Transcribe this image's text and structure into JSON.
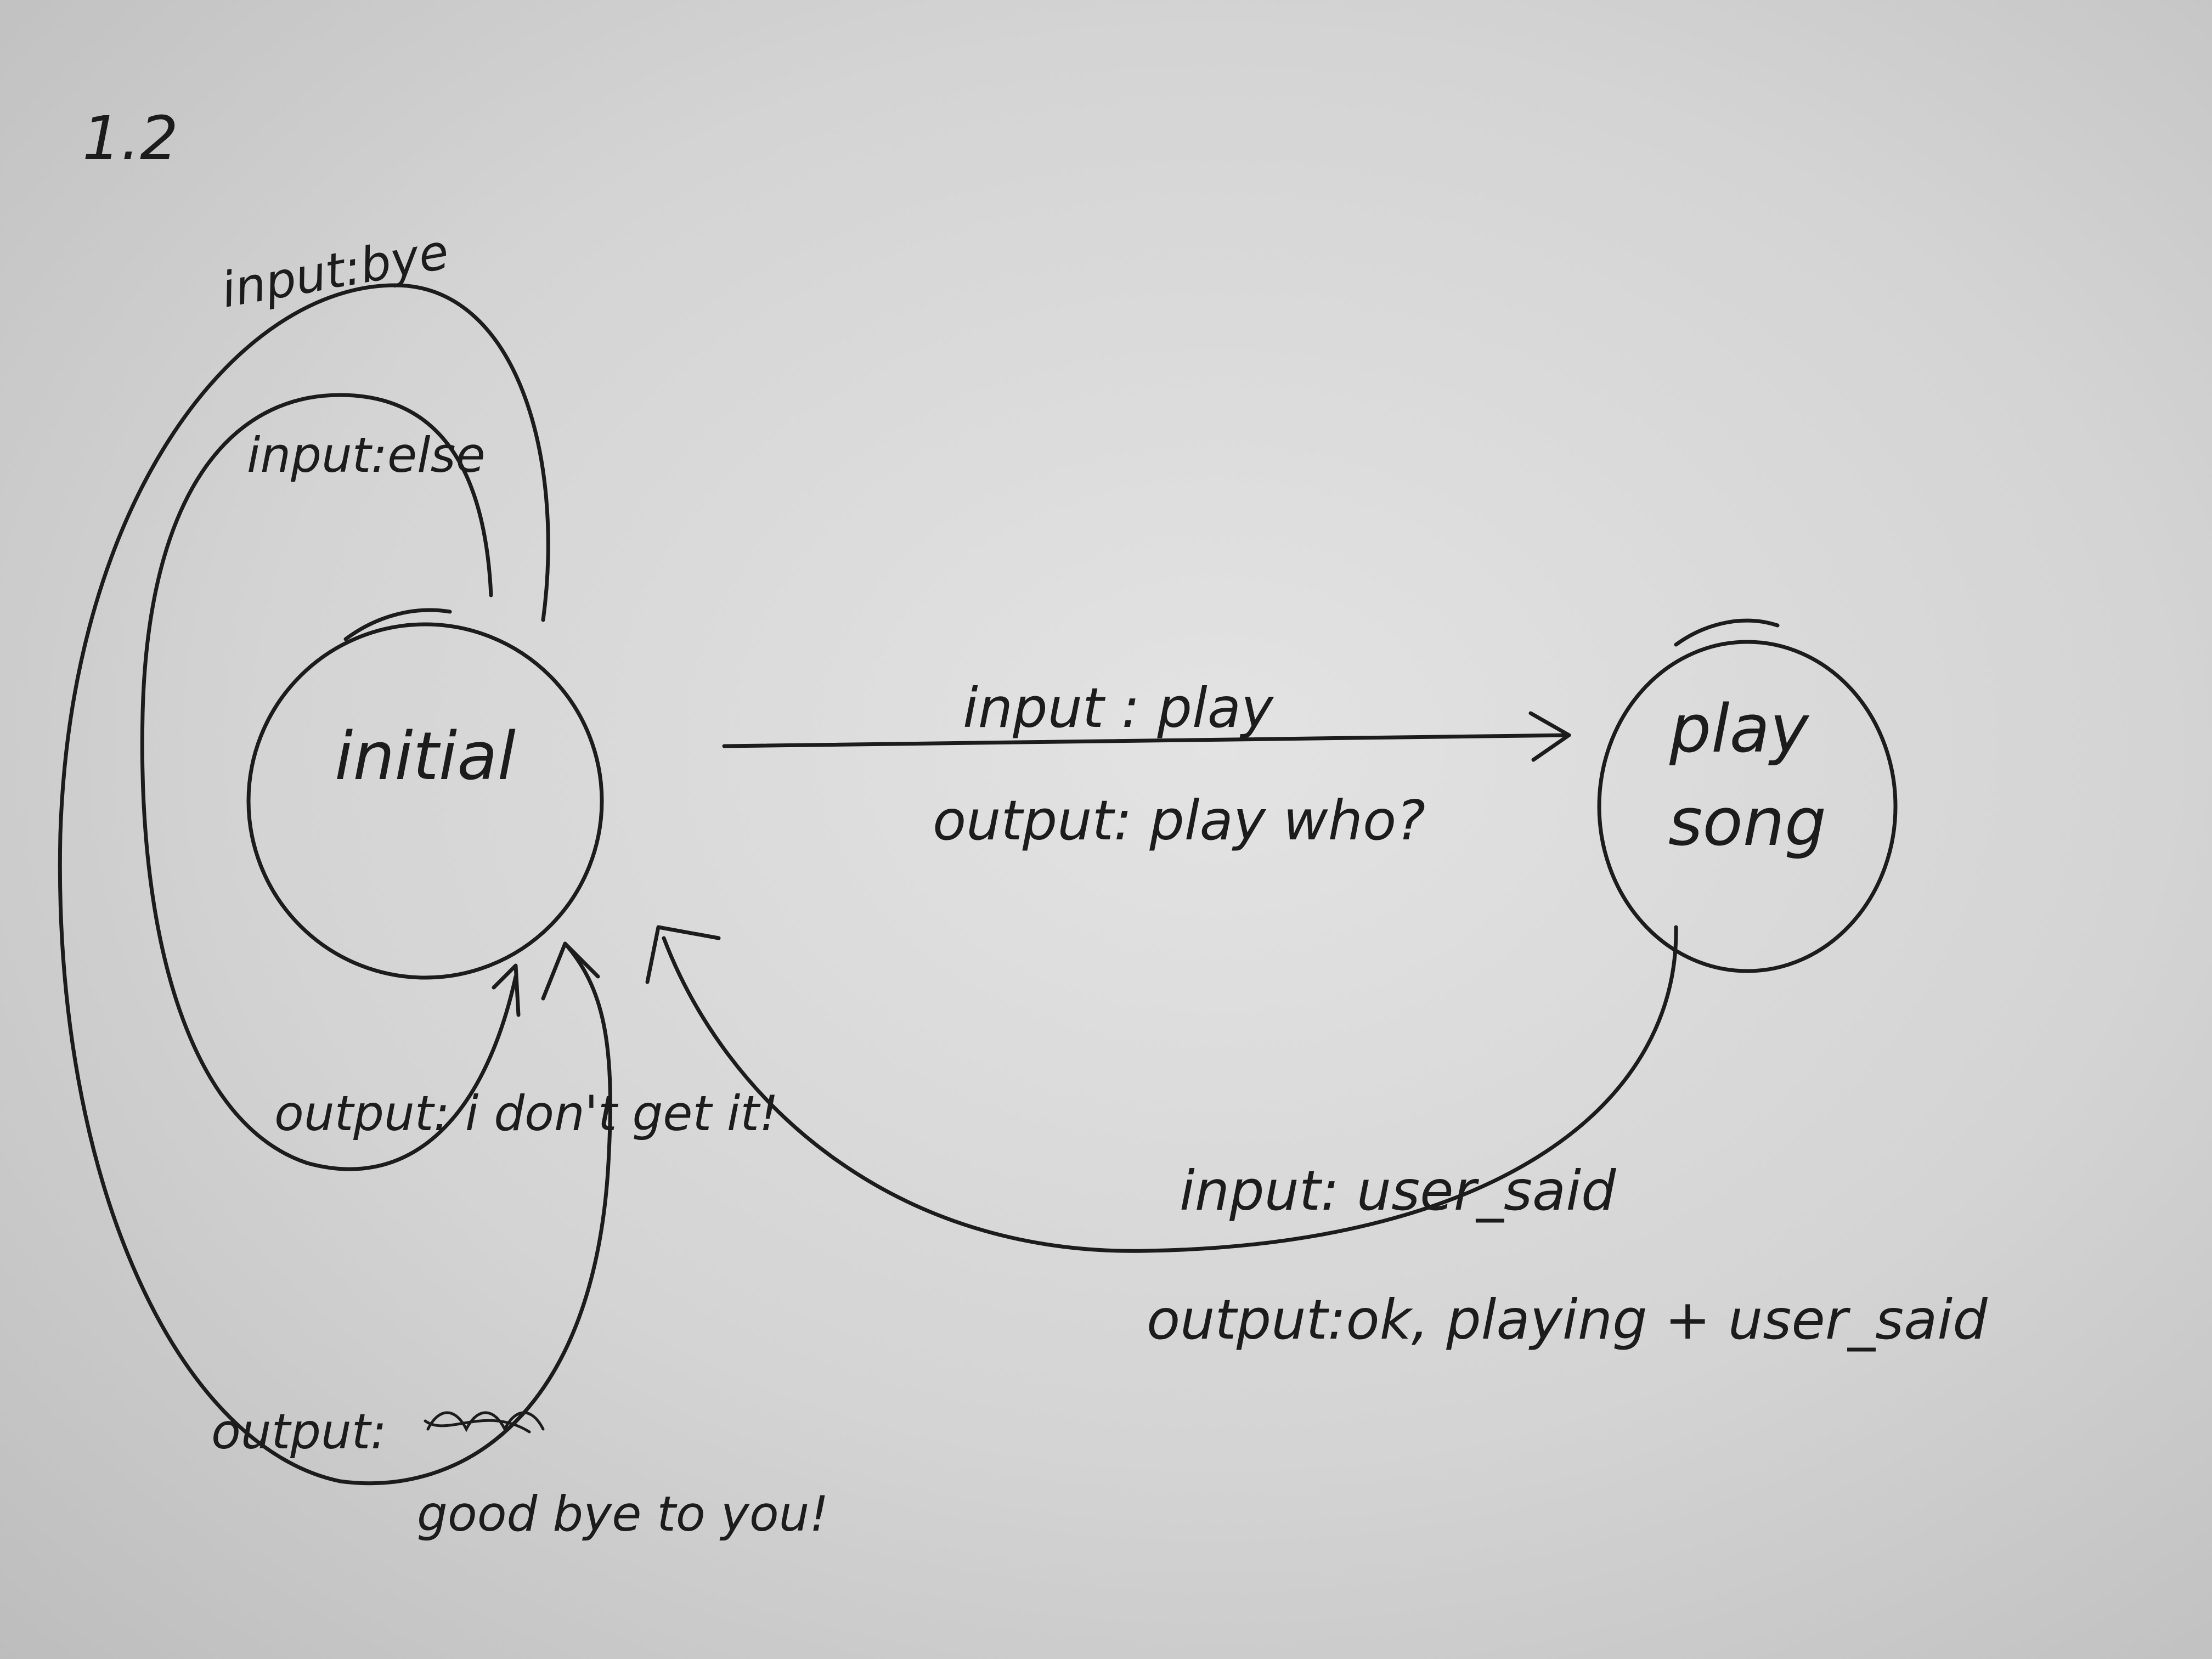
{
  "page_number": "1.2",
  "states": {
    "initial": "initial",
    "play_song_line1": "play",
    "play_song_line2": "song"
  },
  "transitions": {
    "bye_input": "input:bye",
    "bye_output": "output:",
    "bye_output_message": "good bye to you!",
    "else_input": "input:else",
    "else_output": "output: i don't get it!",
    "play_input": "input : play",
    "play_output": "output: play who?",
    "user_said_input": "input: user_said",
    "user_said_output": "output:ok, playing + user_said"
  }
}
